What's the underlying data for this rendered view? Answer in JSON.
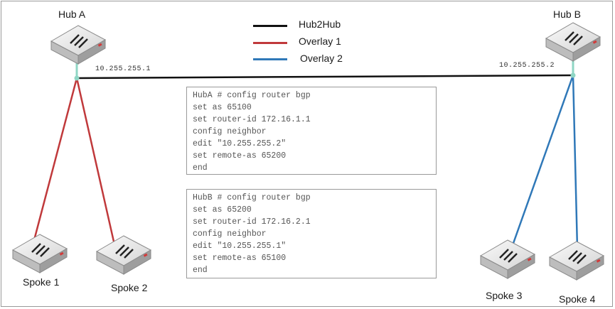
{
  "legend": [
    {
      "label": "Hub2Hub",
      "color": "#111111"
    },
    {
      "label": "Overlay 1",
      "color": "#c0393b"
    },
    {
      "label": "Overlay 2",
      "color": "#2f78b8"
    }
  ],
  "devices": {
    "hub_a": "Hub A",
    "hub_b": "Hub B",
    "spoke1": "Spoke 1",
    "spoke2": "Spoke 2",
    "spoke3": "Spoke 3",
    "spoke4": "Spoke 4"
  },
  "ips": {
    "hub_a": "10.255.255.1",
    "hub_b": "10.255.255.2"
  },
  "config_hub_a": [
    "HubA # config router bgp",
    "set as 65100",
    "set router-id 172.16.1.1",
    "config neighbor",
    "edit \"10.255.255.2\"",
    "set remote-as 65200",
    "end"
  ],
  "config_hub_b": [
    "HubB # config router bgp",
    "set as 65200",
    "set router-id 172.16.2.1",
    "config neighbor",
    "edit \"10.255.255.1\"",
    "set remote-as 65100",
    "end"
  ],
  "colors": {
    "hub2hub": "#111111",
    "overlay1": "#c0393b",
    "overlay2": "#2f78b8",
    "hub_link": "#8fd6c4"
  }
}
